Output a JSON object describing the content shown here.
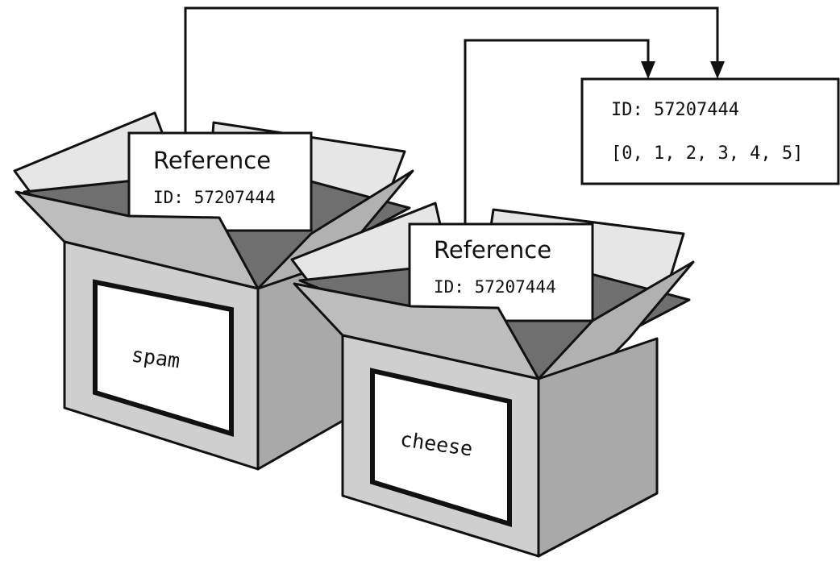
{
  "boxes": [
    {
      "variable": "spam",
      "reference": {
        "title": "Reference",
        "id_text": "ID: 57207444"
      }
    },
    {
      "variable": "cheese",
      "reference": {
        "title": "Reference",
        "id_text": "ID: 57207444"
      }
    }
  ],
  "list_object": {
    "id_text": "ID: 57207444",
    "value_text": "[0, 1, 2, 3, 4, 5]"
  },
  "colors": {
    "outline": "#111111",
    "box_front": "#cfcfcf",
    "box_side": "#a9a9a9",
    "box_inside": "#6f6f6f",
    "flap_light": "#e6e6e6",
    "paper": "#ffffff"
  }
}
